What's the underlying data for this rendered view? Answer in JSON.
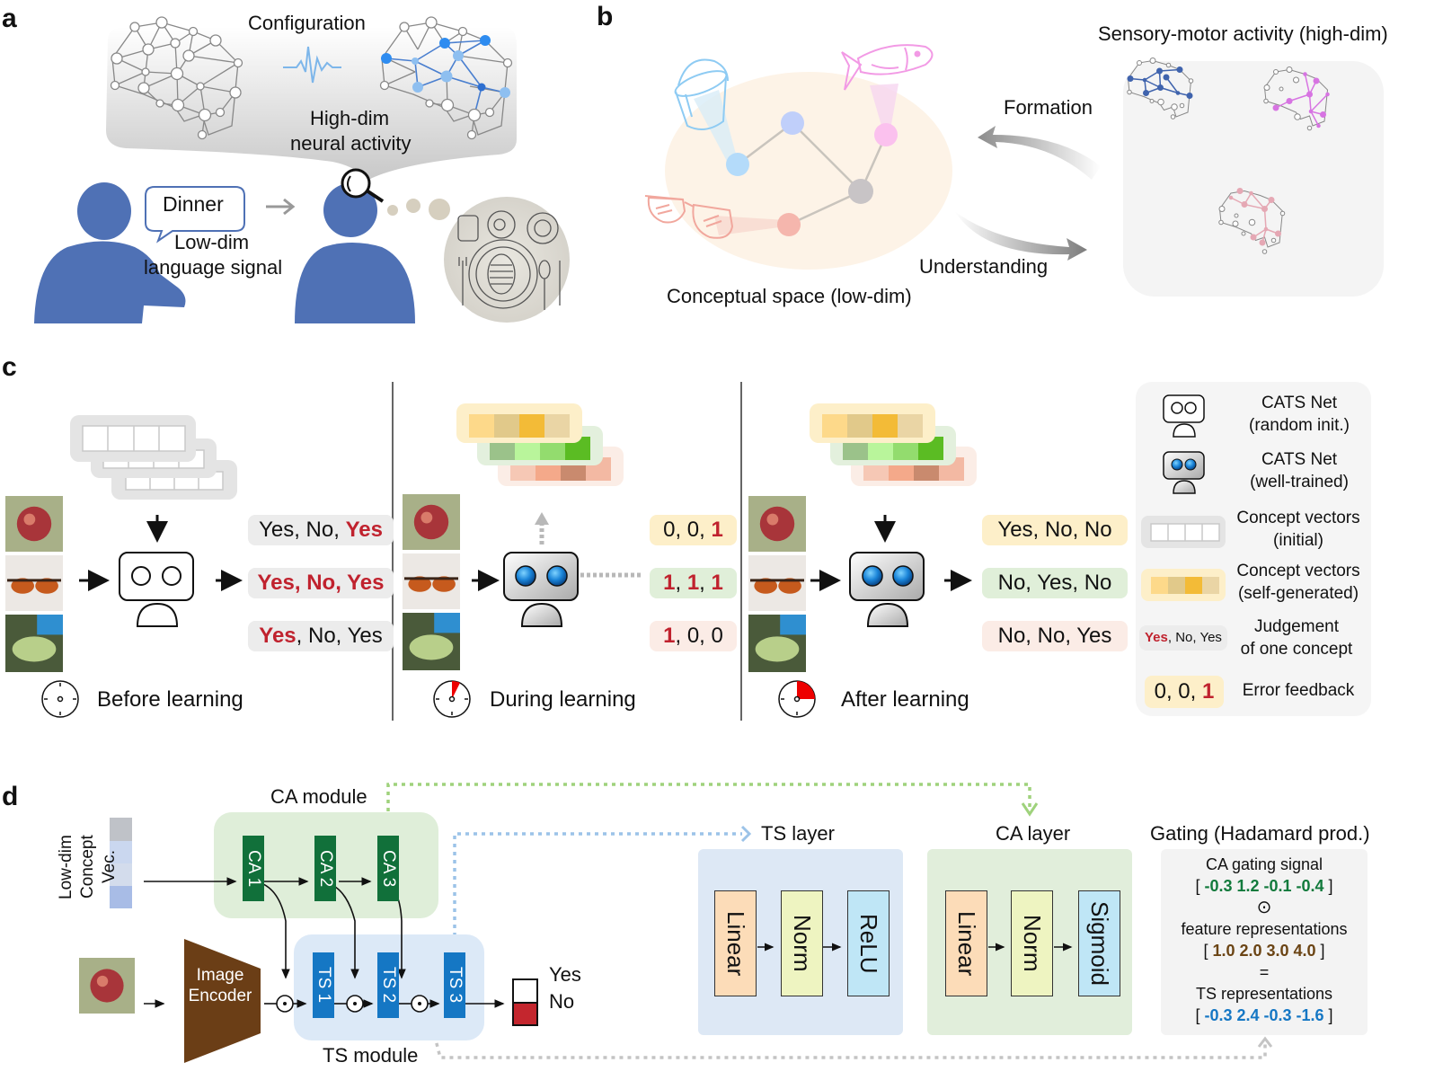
{
  "panel_a": {
    "letter": "a",
    "configuration_label": "Configuration",
    "neural_activity_label_line1": "High-dim",
    "neural_activity_label_line2": "neural activity",
    "speech_bubble_word": "Dinner",
    "language_label_line1": "Low-dim",
    "language_label_line2": "language signal"
  },
  "panel_b": {
    "letter": "b",
    "sensory_title": "Sensory-motor activity (high-dim)",
    "formation_label": "Formation",
    "understanding_label": "Understanding",
    "conceptual_space_label": "Conceptual space (low-dim)"
  },
  "panel_c": {
    "letter": "c",
    "stages": [
      {
        "caption": "Before learning",
        "outputs": [
          {
            "parts": [
              {
                "t": "Yes, No, ",
                "err": false
              },
              {
                "t": "Yes",
                "err": true
              }
            ]
          },
          {
            "parts": [
              {
                "t": "Yes, No, Yes",
                "err": true
              }
            ]
          },
          {
            "parts": [
              {
                "t": "Yes",
                "err": true
              },
              {
                "t": ", No, Yes",
                "err": false
              }
            ]
          }
        ]
      },
      {
        "caption": "During learning",
        "outputs": [
          {
            "parts": [
              {
                "t": "0, 0, ",
                "err": false
              },
              {
                "t": "1",
                "err": true
              }
            ]
          },
          {
            "parts": [
              {
                "t": "1",
                "err": true
              },
              {
                "t": ", ",
                "err": false
              },
              {
                "t": "1",
                "err": true
              },
              {
                "t": ", ",
                "err": false
              },
              {
                "t": "1",
                "err": true
              }
            ]
          },
          {
            "parts": [
              {
                "t": "1",
                "err": true
              },
              {
                "t": ", 0, 0",
                "err": false
              }
            ]
          }
        ]
      },
      {
        "caption": "After learning",
        "outputs": [
          {
            "parts": [
              {
                "t": "Yes, No, No",
                "err": false
              }
            ]
          },
          {
            "parts": [
              {
                "t": "No, Yes, No",
                "err": false
              }
            ]
          },
          {
            "parts": [
              {
                "t": "No, No, Yes",
                "err": false
              }
            ]
          }
        ]
      }
    ],
    "legend": [
      {
        "icon": "robot-random-icon",
        "line1": "CATS Net",
        "line2": "(random init.)"
      },
      {
        "icon": "robot-trained-icon",
        "line1": "CATS Net",
        "line2": "(well-trained)"
      },
      {
        "icon": "concept-vector-initial-icon",
        "line1": "Concept vectors",
        "line2": "(initial)"
      },
      {
        "icon": "concept-vector-generated-icon",
        "line1": "Concept vectors",
        "line2": "(self-generated)"
      },
      {
        "icon": "judgement-icon",
        "line1": "Judgement",
        "line2": "of one concept",
        "sample_err": "Yes",
        "sample_rest": ", No, Yes"
      },
      {
        "icon": "error-feedback-icon",
        "line1": "Error feedback",
        "line2": "",
        "sample_rest": "0, 0, ",
        "sample_err": "1"
      }
    ],
    "colors": {
      "yellow_row": [
        "#fdd98a",
        "#e1c98a",
        "#f3bb37",
        "#ead5a5"
      ],
      "green_row": [
        "#9bc28a",
        "#b9f59b",
        "#93dc6e",
        "#5bbc23"
      ],
      "red_row": [
        "#f6c8b5",
        "#f4a98a",
        "#c98a6e",
        "#f3b9a3"
      ]
    }
  },
  "panel_d": {
    "letter": "d",
    "ca_module_label": "CA module",
    "ts_module_label": "TS module",
    "concept_vec_label_line1": "Low-dim",
    "concept_vec_label_line2": "Concept Vec.",
    "image_encoder_line1": "Image",
    "image_encoder_line2": "Encoder",
    "ca_blocks": [
      "CA 1",
      "CA 2",
      "CA 3"
    ],
    "ts_blocks": [
      "TS 1",
      "TS 2",
      "TS 3"
    ],
    "output_yes": "Yes",
    "output_no": "No",
    "ts_layer": {
      "title": "TS layer",
      "steps": [
        "Linear",
        "Norm",
        "ReLU"
      ]
    },
    "ca_layer": {
      "title": "CA layer",
      "steps": [
        "Linear",
        "Norm",
        "Sigmoid"
      ]
    },
    "gating": {
      "title": "Gating (Hadamard prod.)",
      "ca_signal_label": "CA gating signal",
      "ca_signal_values": [
        "-0.3",
        "1.2",
        "-0.1",
        "-0.4"
      ],
      "operator": "⊙",
      "feature_label": "feature representations",
      "feature_values": [
        "1.0",
        "2.0",
        "3.0",
        "4.0"
      ],
      "equals": "=",
      "ts_label": "TS representations",
      "ts_values": [
        "-0.3",
        "2.4",
        "-0.3",
        "-1.6"
      ]
    }
  }
}
